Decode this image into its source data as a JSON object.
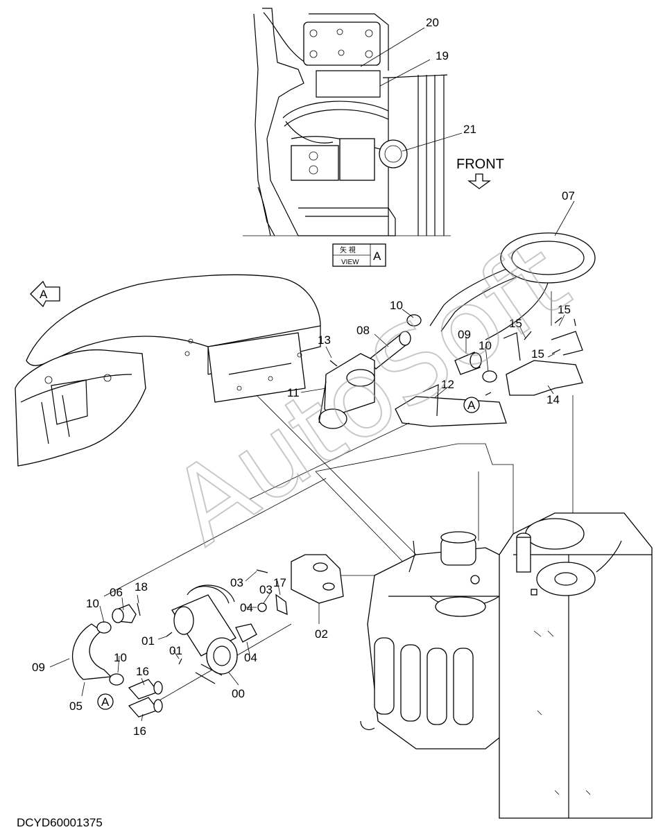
{
  "document_code": "DCYD60001375",
  "view": {
    "jp_label": "矢 視",
    "en_label": "VIEW",
    "letter": "A"
  },
  "front_label": "FRONT",
  "watermark": "AutoSoft",
  "view_marker": "A",
  "ref_marker": "A",
  "callouts": {
    "p00": "00",
    "p01a": "01",
    "p01b": "01",
    "p02": "02",
    "p03a": "03",
    "p03b": "03",
    "p04a": "04",
    "p04b": "04",
    "p05": "05",
    "p06": "06",
    "p07": "07",
    "p08": "08",
    "p09a": "09",
    "p09b": "09",
    "p10a": "10",
    "p10b": "10",
    "p10c": "10",
    "p10d": "10",
    "p11": "11",
    "p12": "12",
    "p13": "13",
    "p14": "14",
    "p15a": "15",
    "p15b": "15",
    "p15c": "15",
    "p16a": "16",
    "p16b": "16",
    "p17": "17",
    "p18": "18",
    "p19": "19",
    "p20": "20",
    "p21": "21"
  }
}
